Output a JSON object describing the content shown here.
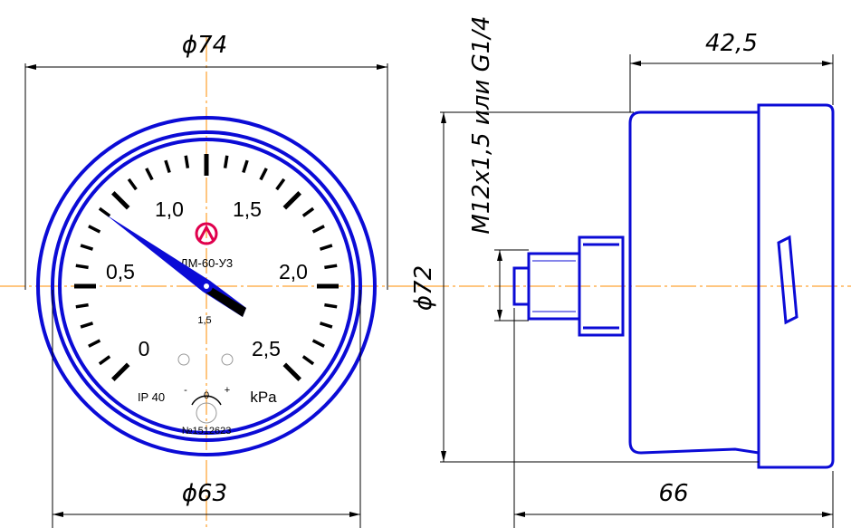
{
  "dimensions": {
    "outer_diameter": "ϕ74",
    "dial_diameter": "ϕ63",
    "case_diameter": "ϕ72",
    "depth_front": "42,5",
    "depth_total": "66",
    "thread": "M12x1,5 или G1/4"
  },
  "dial": {
    "scale_labels": [
      "0",
      "0,5",
      "1,0",
      "1,5",
      "2,0",
      "2,5"
    ],
    "model": "ДМ-60-У3",
    "accuracy_class": "1,5",
    "ip_rating": "IP 40",
    "unit": "kPa",
    "serial": "№1512623",
    "zero_adjust_minus": "-",
    "zero_adjust_zero": "0",
    "zero_adjust_plus": "+"
  },
  "colors": {
    "outline": "#0b0bd6",
    "dim_lines": "#000000",
    "center_lines": "#ff8c00",
    "logo": "#e0004d"
  }
}
